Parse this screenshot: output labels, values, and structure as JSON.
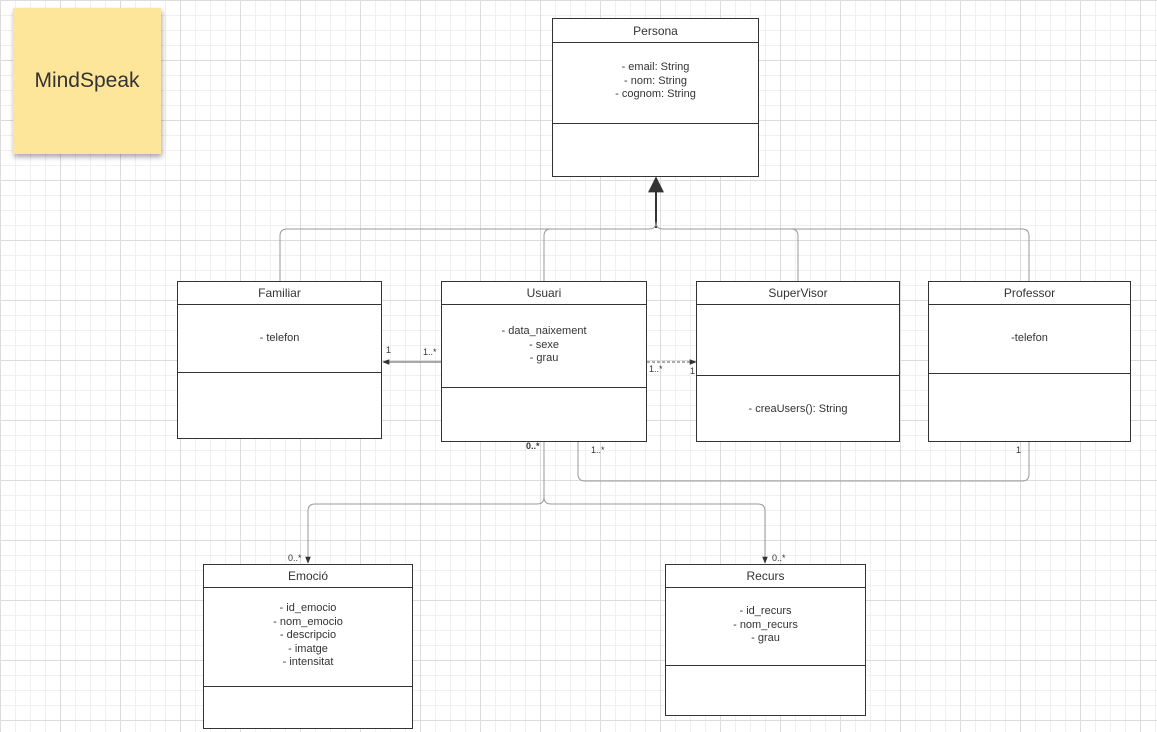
{
  "sticky_note": {
    "label": "MindSpeak"
  },
  "classes": {
    "persona": {
      "name": "Persona",
      "attributes": [
        "- email: String",
        "- nom: String",
        "- cognom: String"
      ],
      "operations": []
    },
    "familiar": {
      "name": "Familiar",
      "attributes": [
        "- telefon"
      ],
      "operations": []
    },
    "usuari": {
      "name": "Usuari",
      "attributes": [
        "- data_naixement",
        "- sexe",
        "- grau"
      ],
      "operations": []
    },
    "supervisor": {
      "name": "SuperVisor",
      "attributes": [],
      "operations": [
        "- creaUsers(): String"
      ]
    },
    "professor": {
      "name": "Professor",
      "attributes": [
        "-telefon"
      ],
      "operations": []
    },
    "emocio": {
      "name": "Emoció",
      "attributes": [
        "- id_emocio",
        "- nom_emocio",
        "- descripcio",
        "- imatge",
        "- intensitat"
      ],
      "operations": []
    },
    "recurs": {
      "name": "Recurs",
      "attributes": [
        "- id_recurs",
        "- nom_recurs",
        "- grau"
      ],
      "operations": []
    }
  },
  "multiplicities": {
    "familiar_end": "1",
    "usuari_familiar_end": "1..*",
    "usuari_supervisor_end": "1..*",
    "supervisor_end": "1",
    "usuari_bottom": "0..*",
    "usuari_professor_end": "1..*",
    "professor_end": "1",
    "emocio_end": "0..*",
    "recurs_end": "0..*"
  }
}
